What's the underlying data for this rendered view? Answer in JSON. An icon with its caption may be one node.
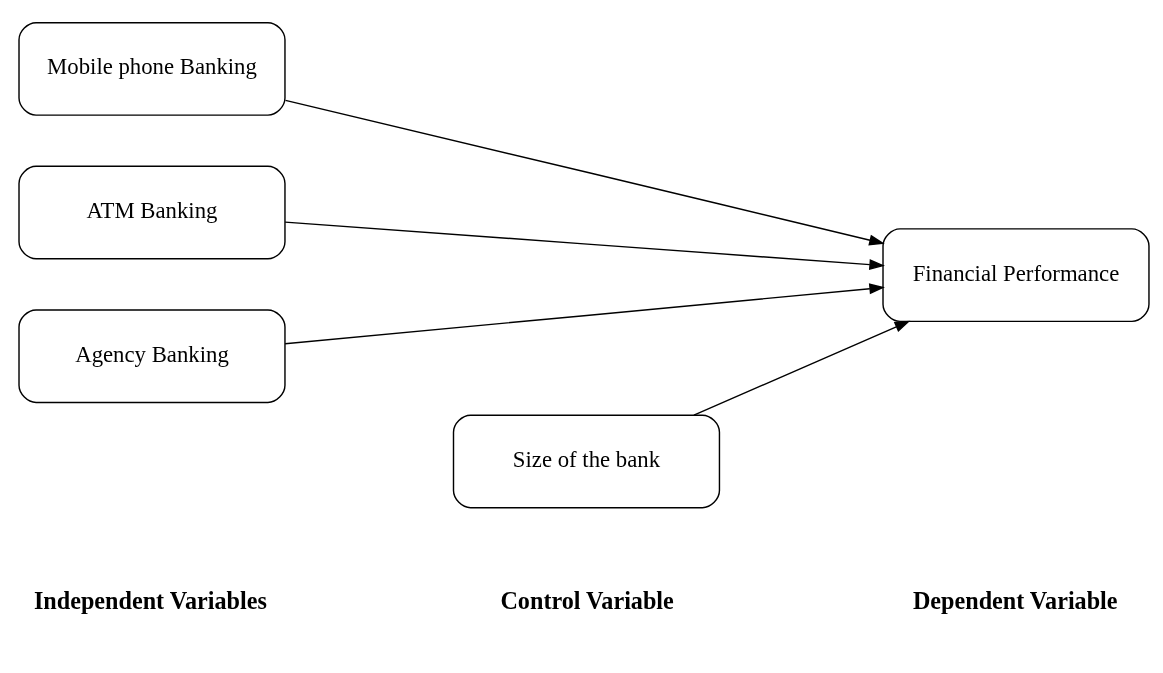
{
  "diagram": {
    "nodes": [
      {
        "text": [
          "Mobile phone Banking"
        ]
      },
      {
        "text": [
          "ATM Banking"
        ]
      },
      {
        "text": [
          "Agency Banking"
        ]
      },
      {
        "text": [
          "Financial Performance"
        ]
      },
      {
        "text": [
          "Size of the bank"
        ]
      }
    ],
    "edges": [
      {
        "from": 0,
        "to": 3,
        "arrow": "to"
      },
      {
        "from": 1,
        "to": 3,
        "arrow": "to"
      },
      {
        "from": 2,
        "to": 3,
        "arrow": "to"
      },
      {
        "from": 4,
        "to": 3,
        "arrow": "to"
      }
    ],
    "labels": [
      "Independent Variables",
      "Control Variable",
      "Dependent Variable"
    ]
  }
}
